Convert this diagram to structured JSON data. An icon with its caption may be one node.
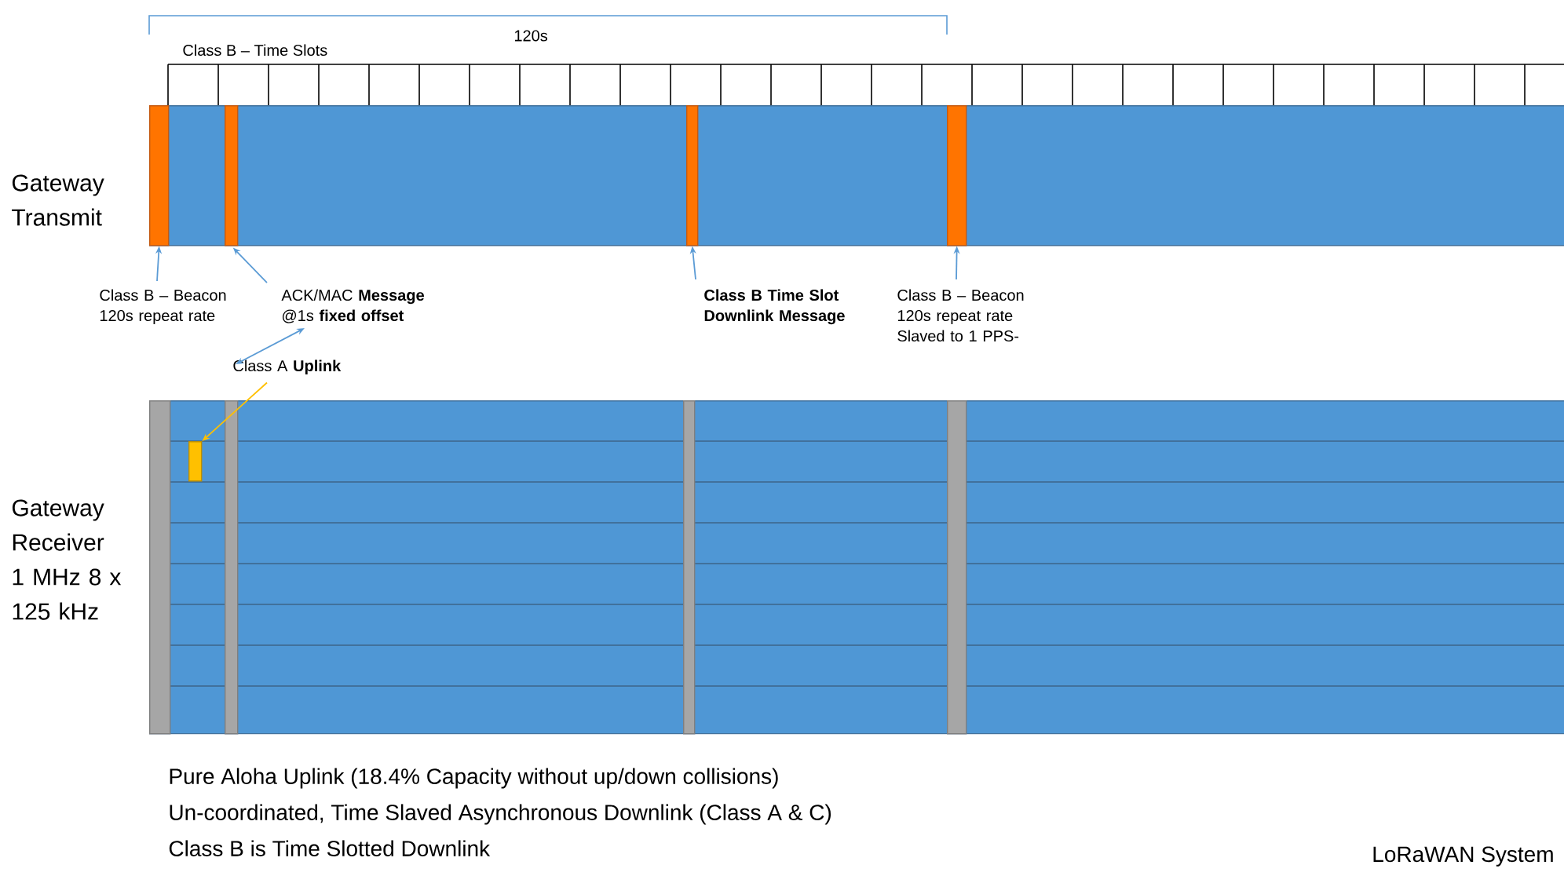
{
  "diagram": {
    "nodes": [
      {
        "text": [],
        "shape": "bar",
        "beside": [
          "Gateway Transmit"
        ]
      },
      {
        "text": [],
        "shape": "bar",
        "in": 0
      },
      {
        "text": [],
        "shape": "bar",
        "in": 0
      },
      {
        "text": [],
        "shape": "bar",
        "in": 0
      },
      {
        "text": [],
        "shape": "bar",
        "in": 0
      },
      {
        "text": [],
        "shape": "bar",
        "beside": [
          "Gateway Receiver 1 MHz 8 x 125 kHz"
        ]
      },
      {
        "text": [],
        "shape": "bar",
        "in": 5
      },
      {
        "text": [],
        "shape": "bar",
        "in": 5
      },
      {
        "text": [],
        "shape": "bar",
        "in": 5
      },
      {
        "text": [],
        "shape": "bar",
        "in": 5
      },
      {
        "text": [],
        "shape": "bar",
        "in": 5
      },
      {
        "text": [
          "Class B – Beacon 120s repeat rate"
        ]
      },
      {
        "text": [
          "ACK/MAC **Message** @1s **fixed offset**"
        ]
      },
      {
        "text": [
          "Class A **Uplink**"
        ]
      },
      {
        "text": [
          "Class B Time Slot Downlink Message"
        ]
      },
      {
        "text": [
          "Class B – Beacon 120s repeat rate Slaved to 1 PPS-"
        ]
      }
    ],
    "edges": [
      {
        "from": 11,
        "to": 1,
        "arrow": "to"
      },
      {
        "from": 12,
        "to": 2,
        "arrow": "to"
      },
      {
        "from": 14,
        "to": 3,
        "arrow": "to"
      },
      {
        "from": 15,
        "to": 4,
        "arrow": "to"
      },
      {
        "from": 13,
        "to": 12,
        "arrow": "both"
      },
      {
        "from": 13,
        "to": 10,
        "arrow": "to",
        "color": "#ffc000"
      }
    ],
    "labels": [
      "120s",
      "Class B – Time Slots",
      "Pure Aloha Uplink (18.4% Capacity without up/down collisions)",
      "Un-coordinated, Time Slaved Asynchronous Downlink (Class A & C)",
      "Class B is Time Slotted Downlink",
      "LoRaWAN System"
    ]
  }
}
